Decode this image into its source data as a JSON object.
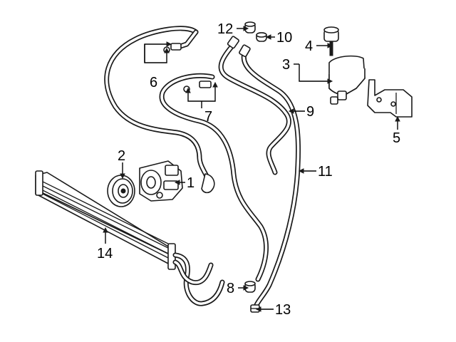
{
  "callouts": [
    {
      "id": "1",
      "text": "1"
    },
    {
      "id": "2",
      "text": "2"
    },
    {
      "id": "3",
      "text": "3"
    },
    {
      "id": "4",
      "text": "4"
    },
    {
      "id": "5",
      "text": "5"
    },
    {
      "id": "6",
      "text": "6"
    },
    {
      "id": "7",
      "text": "7"
    },
    {
      "id": "8",
      "text": "8"
    },
    {
      "id": "9",
      "text": "9"
    },
    {
      "id": "10",
      "text": "10"
    },
    {
      "id": "11",
      "text": "11"
    },
    {
      "id": "12",
      "text": "12"
    },
    {
      "id": "13",
      "text": "13"
    },
    {
      "id": "14",
      "text": "14"
    }
  ],
  "colors": {
    "line": "#1a1a1a",
    "background": "#ffffff"
  }
}
